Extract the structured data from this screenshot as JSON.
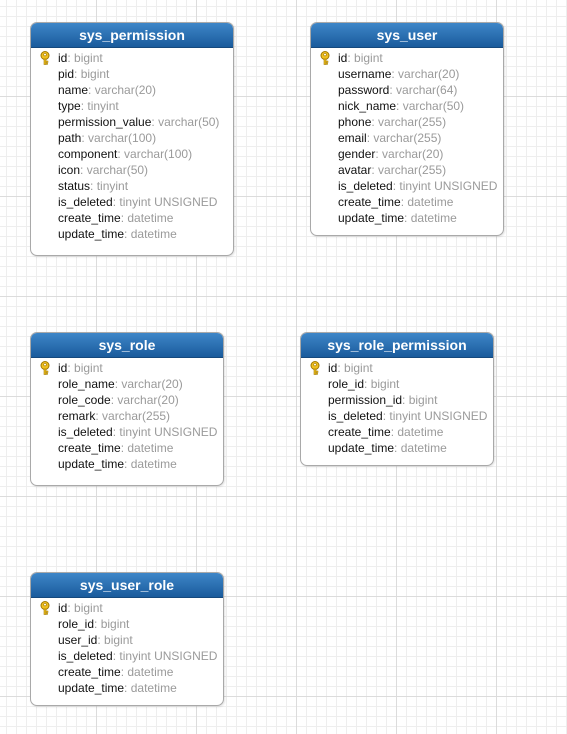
{
  "tables": [
    {
      "title": "sys_permission",
      "columns": [
        {
          "name": "id",
          "type": "bigint",
          "pk": true
        },
        {
          "name": "pid",
          "type": "bigint"
        },
        {
          "name": "name",
          "type": "varchar(20)"
        },
        {
          "name": "type",
          "type": "tinyint"
        },
        {
          "name": "permission_value",
          "type": "varchar(50)"
        },
        {
          "name": "path",
          "type": "varchar(100)"
        },
        {
          "name": "component",
          "type": "varchar(100)"
        },
        {
          "name": "icon",
          "type": "varchar(50)"
        },
        {
          "name": "status",
          "type": "tinyint"
        },
        {
          "name": "is_deleted",
          "type": "tinyint UNSIGNED"
        },
        {
          "name": "create_time",
          "type": "datetime"
        },
        {
          "name": "update_time",
          "type": "datetime"
        }
      ]
    },
    {
      "title": "sys_user",
      "columns": [
        {
          "name": "id",
          "type": "bigint",
          "pk": true
        },
        {
          "name": "username",
          "type": "varchar(20)"
        },
        {
          "name": "password",
          "type": "varchar(64)"
        },
        {
          "name": "nick_name",
          "type": "varchar(50)"
        },
        {
          "name": "phone",
          "type": "varchar(255)"
        },
        {
          "name": "email",
          "type": "varchar(255)"
        },
        {
          "name": "gender",
          "type": "varchar(20)"
        },
        {
          "name": "avatar",
          "type": "varchar(255)"
        },
        {
          "name": "is_deleted",
          "type": "tinyint UNSIGNED"
        },
        {
          "name": "create_time",
          "type": "datetime"
        },
        {
          "name": "update_time",
          "type": "datetime"
        }
      ]
    },
    {
      "title": "sys_role",
      "columns": [
        {
          "name": "id",
          "type": "bigint",
          "pk": true
        },
        {
          "name": "role_name",
          "type": "varchar(20)"
        },
        {
          "name": "role_code",
          "type": "varchar(20)"
        },
        {
          "name": "remark",
          "type": "varchar(255)"
        },
        {
          "name": "is_deleted",
          "type": "tinyint UNSIGNED"
        },
        {
          "name": "create_time",
          "type": "datetime"
        },
        {
          "name": "update_time",
          "type": "datetime"
        }
      ]
    },
    {
      "title": "sys_role_permission",
      "columns": [
        {
          "name": "id",
          "type": "bigint",
          "pk": true
        },
        {
          "name": "role_id",
          "type": "bigint"
        },
        {
          "name": "permission_id",
          "type": "bigint"
        },
        {
          "name": "is_deleted",
          "type": "tinyint UNSIGNED"
        },
        {
          "name": "create_time",
          "type": "datetime"
        },
        {
          "name": "update_time",
          "type": "datetime"
        }
      ]
    },
    {
      "title": "sys_user_role",
      "columns": [
        {
          "name": "id",
          "type": "bigint",
          "pk": true
        },
        {
          "name": "role_id",
          "type": "bigint"
        },
        {
          "name": "user_id",
          "type": "bigint"
        },
        {
          "name": "is_deleted",
          "type": "tinyint UNSIGNED"
        },
        {
          "name": "create_time",
          "type": "datetime"
        },
        {
          "name": "update_time",
          "type": "datetime"
        }
      ]
    }
  ],
  "icons": {
    "primary_key": "key-icon"
  },
  "colors": {
    "header_top": "#3e86c8",
    "header_bottom": "#1a5b9c",
    "field_name": "#111111",
    "field_type": "#9a9a9a",
    "key_fill": "#f0c020"
  }
}
